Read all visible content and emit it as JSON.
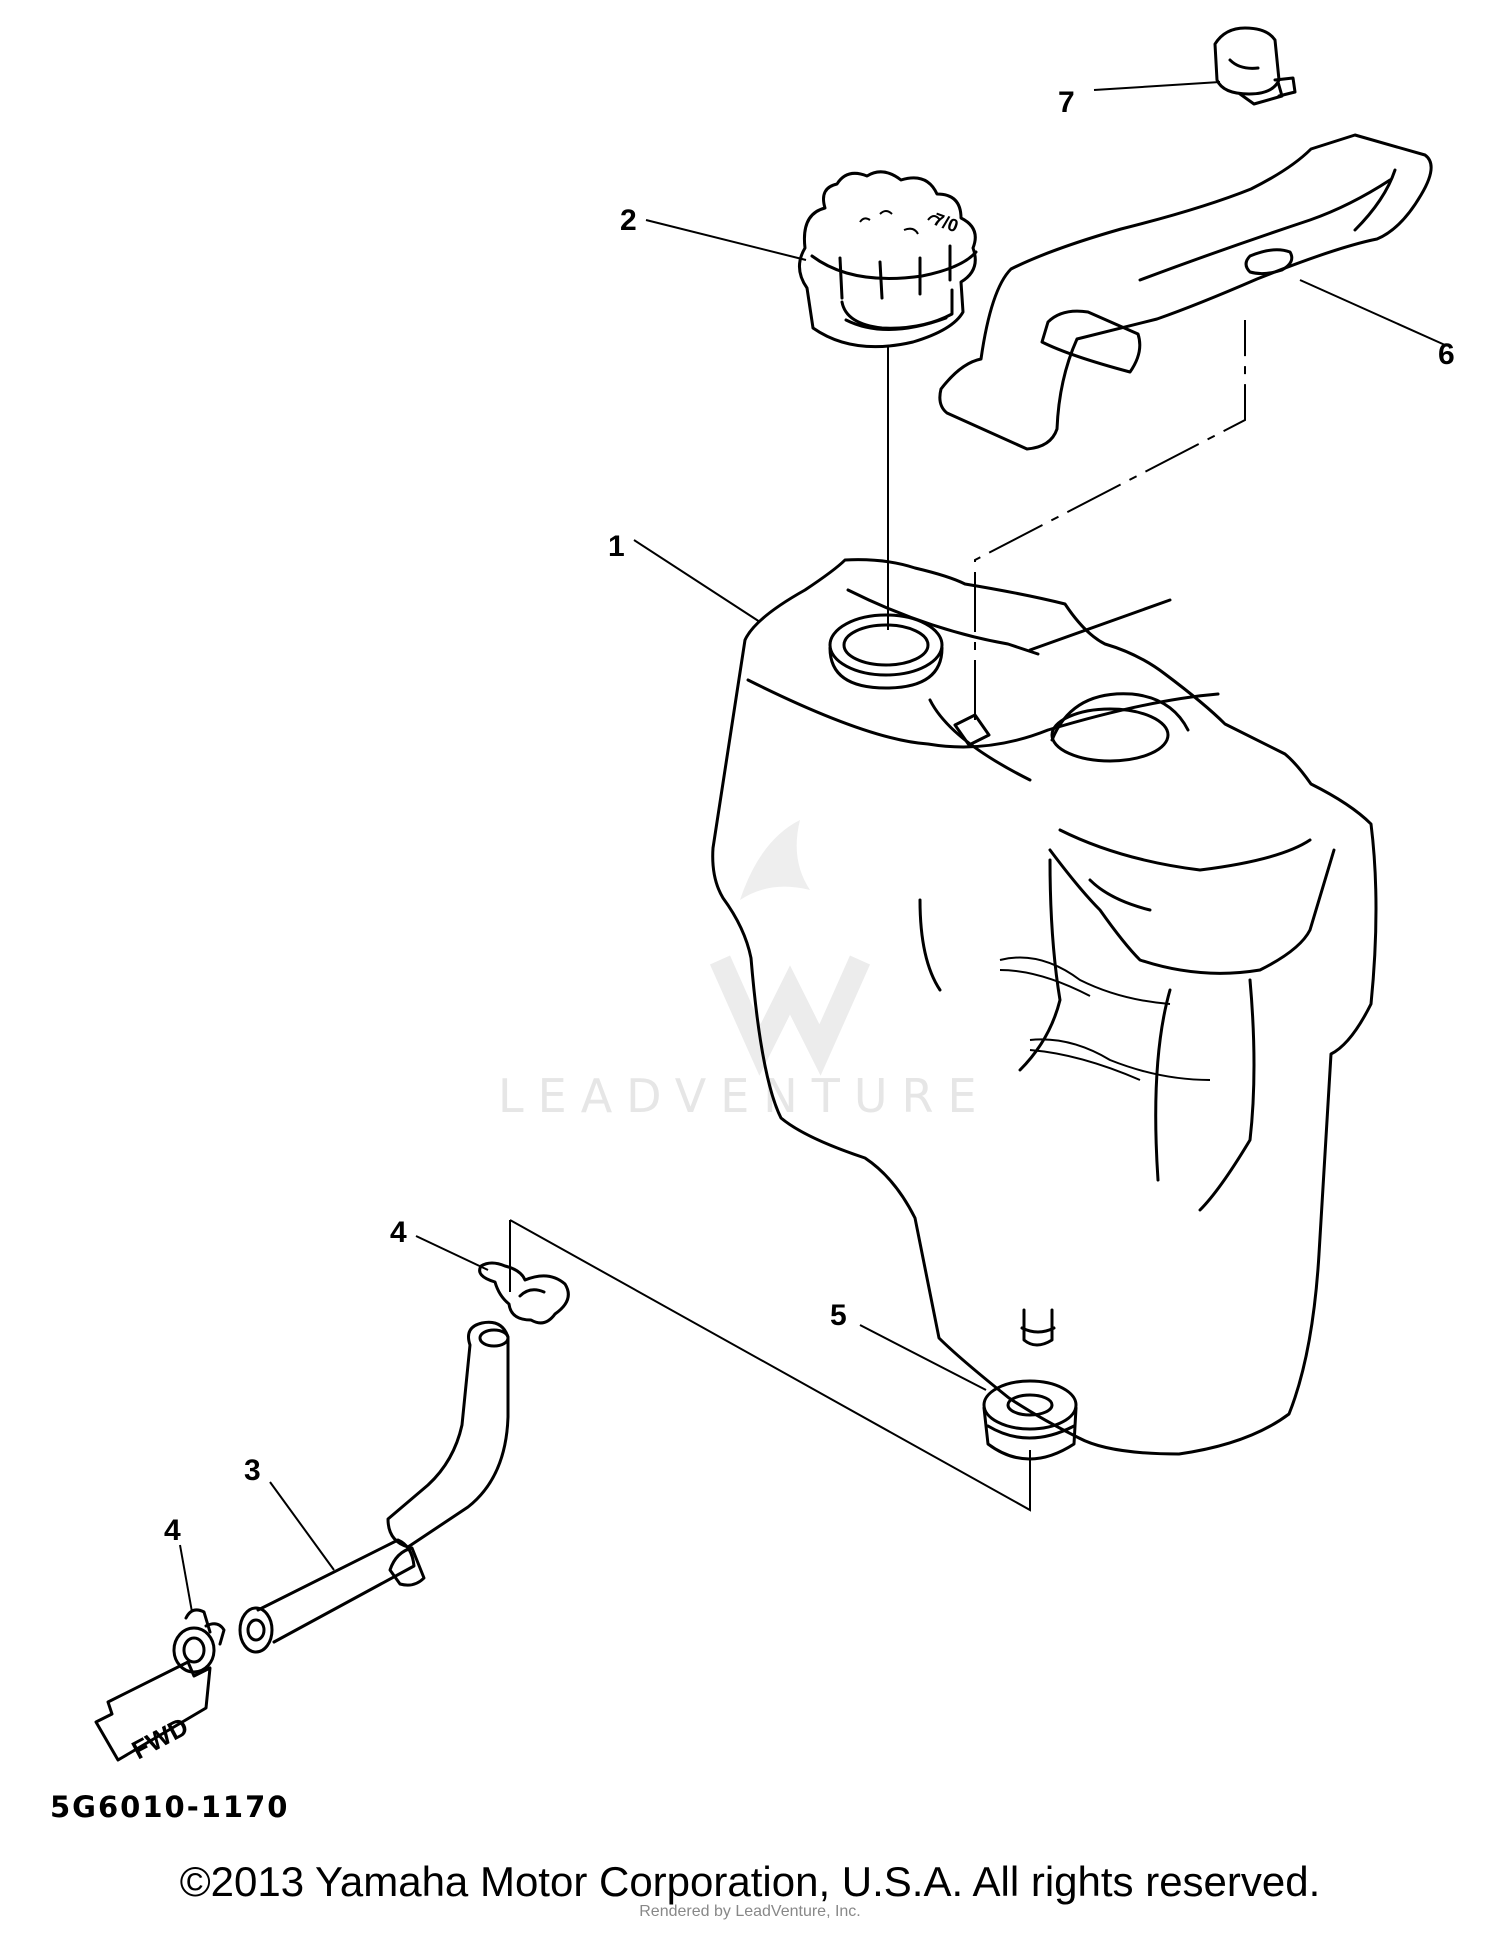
{
  "diagram": {
    "callouts": [
      {
        "id": "1",
        "text": "1"
      },
      {
        "id": "2",
        "text": "2"
      },
      {
        "id": "3",
        "text": "3"
      },
      {
        "id": "4a",
        "text": "4"
      },
      {
        "id": "4b",
        "text": "4"
      },
      {
        "id": "5",
        "text": "5"
      },
      {
        "id": "6",
        "text": "6"
      },
      {
        "id": "7",
        "text": "7"
      }
    ],
    "fwd_arrow_label": "FWD",
    "cap_marking": "7/0",
    "watermark": "LEADVENTURE",
    "part_code": "5G6010-1170",
    "copyright": "©2013 Yamaha Motor Corporation, U.S.A. All rights reserved.",
    "rendered_by": "Rendered by LeadVenture, Inc."
  }
}
